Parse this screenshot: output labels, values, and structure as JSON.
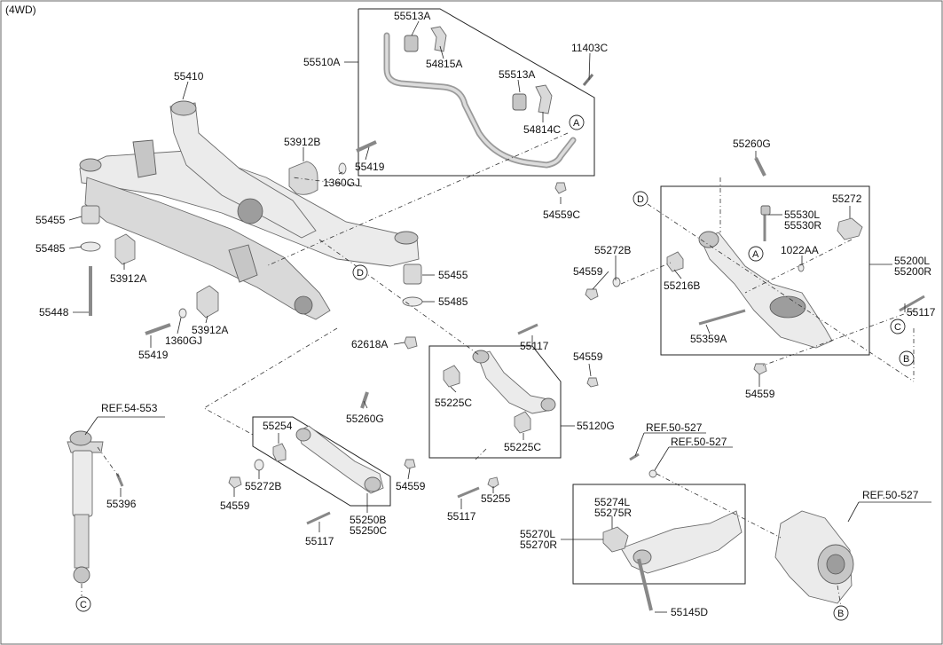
{
  "diagram": {
    "title": "(4WD)",
    "labels": [
      {
        "id": "l1",
        "text": "55513A"
      },
      {
        "id": "l2",
        "text": "54815A"
      },
      {
        "id": "l3",
        "text": "55510A"
      },
      {
        "id": "l4",
        "text": "11403C"
      },
      {
        "id": "l5",
        "text": "55513A"
      },
      {
        "id": "l6",
        "text": "54814C"
      },
      {
        "id": "l7",
        "text": "54559C"
      },
      {
        "id": "l8",
        "text": "55410"
      },
      {
        "id": "l9",
        "text": "53912B"
      },
      {
        "id": "l10",
        "text": "55419"
      },
      {
        "id": "l11",
        "text": "1360GJ"
      },
      {
        "id": "l12",
        "text": "55455"
      },
      {
        "id": "l13",
        "text": "55485"
      },
      {
        "id": "l14",
        "text": "53912A"
      },
      {
        "id": "l15",
        "text": "55448"
      },
      {
        "id": "l16",
        "text": "55419"
      },
      {
        "id": "l17",
        "text": "1360GJ"
      },
      {
        "id": "l18",
        "text": "53912A"
      },
      {
        "id": "l19",
        "text": "55455"
      },
      {
        "id": "l20",
        "text": "55485"
      },
      {
        "id": "l21",
        "text": "62618A"
      },
      {
        "id": "l22",
        "text": "55260G"
      },
      {
        "id": "l23",
        "text": "55272"
      },
      {
        "id": "l24",
        "text": "55530L"
      },
      {
        "id": "l25",
        "text": "55530R"
      },
      {
        "id": "l26",
        "text": "55272B"
      },
      {
        "id": "l27",
        "text": "1022AA"
      },
      {
        "id": "l28",
        "text": "55200L"
      },
      {
        "id": "l29",
        "text": "55200R"
      },
      {
        "id": "l30",
        "text": "54559"
      },
      {
        "id": "l31",
        "text": "55216B"
      },
      {
        "id": "l32",
        "text": "55117"
      },
      {
        "id": "l33",
        "text": "55359A"
      },
      {
        "id": "l34",
        "text": "54559"
      },
      {
        "id": "l35",
        "text": "55117"
      },
      {
        "id": "l36",
        "text": "54559"
      },
      {
        "id": "l37",
        "text": "55225C"
      },
      {
        "id": "l38",
        "text": "55120G"
      },
      {
        "id": "l39",
        "text": "55225C"
      },
      {
        "id": "l40",
        "text": "REF.54-553"
      },
      {
        "id": "l41",
        "text": "55254"
      },
      {
        "id": "l42",
        "text": "55260G"
      },
      {
        "id": "l43",
        "text": "55272B"
      },
      {
        "id": "l44",
        "text": "54559"
      },
      {
        "id": "l45",
        "text": "54559"
      },
      {
        "id": "l46",
        "text": "55250B"
      },
      {
        "id": "l47",
        "text": "55250C"
      },
      {
        "id": "l48",
        "text": "55117"
      },
      {
        "id": "l49",
        "text": "55396"
      },
      {
        "id": "l50",
        "text": "55117"
      },
      {
        "id": "l51",
        "text": "55255"
      },
      {
        "id": "l52",
        "text": "REF.50-527"
      },
      {
        "id": "l53",
        "text": "REF.50-527"
      },
      {
        "id": "l54",
        "text": "REF.50-527"
      },
      {
        "id": "l55",
        "text": "55274L"
      },
      {
        "id": "l56",
        "text": "55275R"
      },
      {
        "id": "l57",
        "text": "55270L"
      },
      {
        "id": "l58",
        "text": "55270R"
      },
      {
        "id": "l59",
        "text": "55145D"
      }
    ],
    "callouts": [
      {
        "id": "c1",
        "text": "A"
      },
      {
        "id": "c2",
        "text": "D"
      },
      {
        "id": "c3",
        "text": "D"
      },
      {
        "id": "c4",
        "text": "A"
      },
      {
        "id": "c5",
        "text": "C"
      },
      {
        "id": "c6",
        "text": "B"
      },
      {
        "id": "c7",
        "text": "C"
      },
      {
        "id": "c8",
        "text": "B"
      }
    ]
  }
}
